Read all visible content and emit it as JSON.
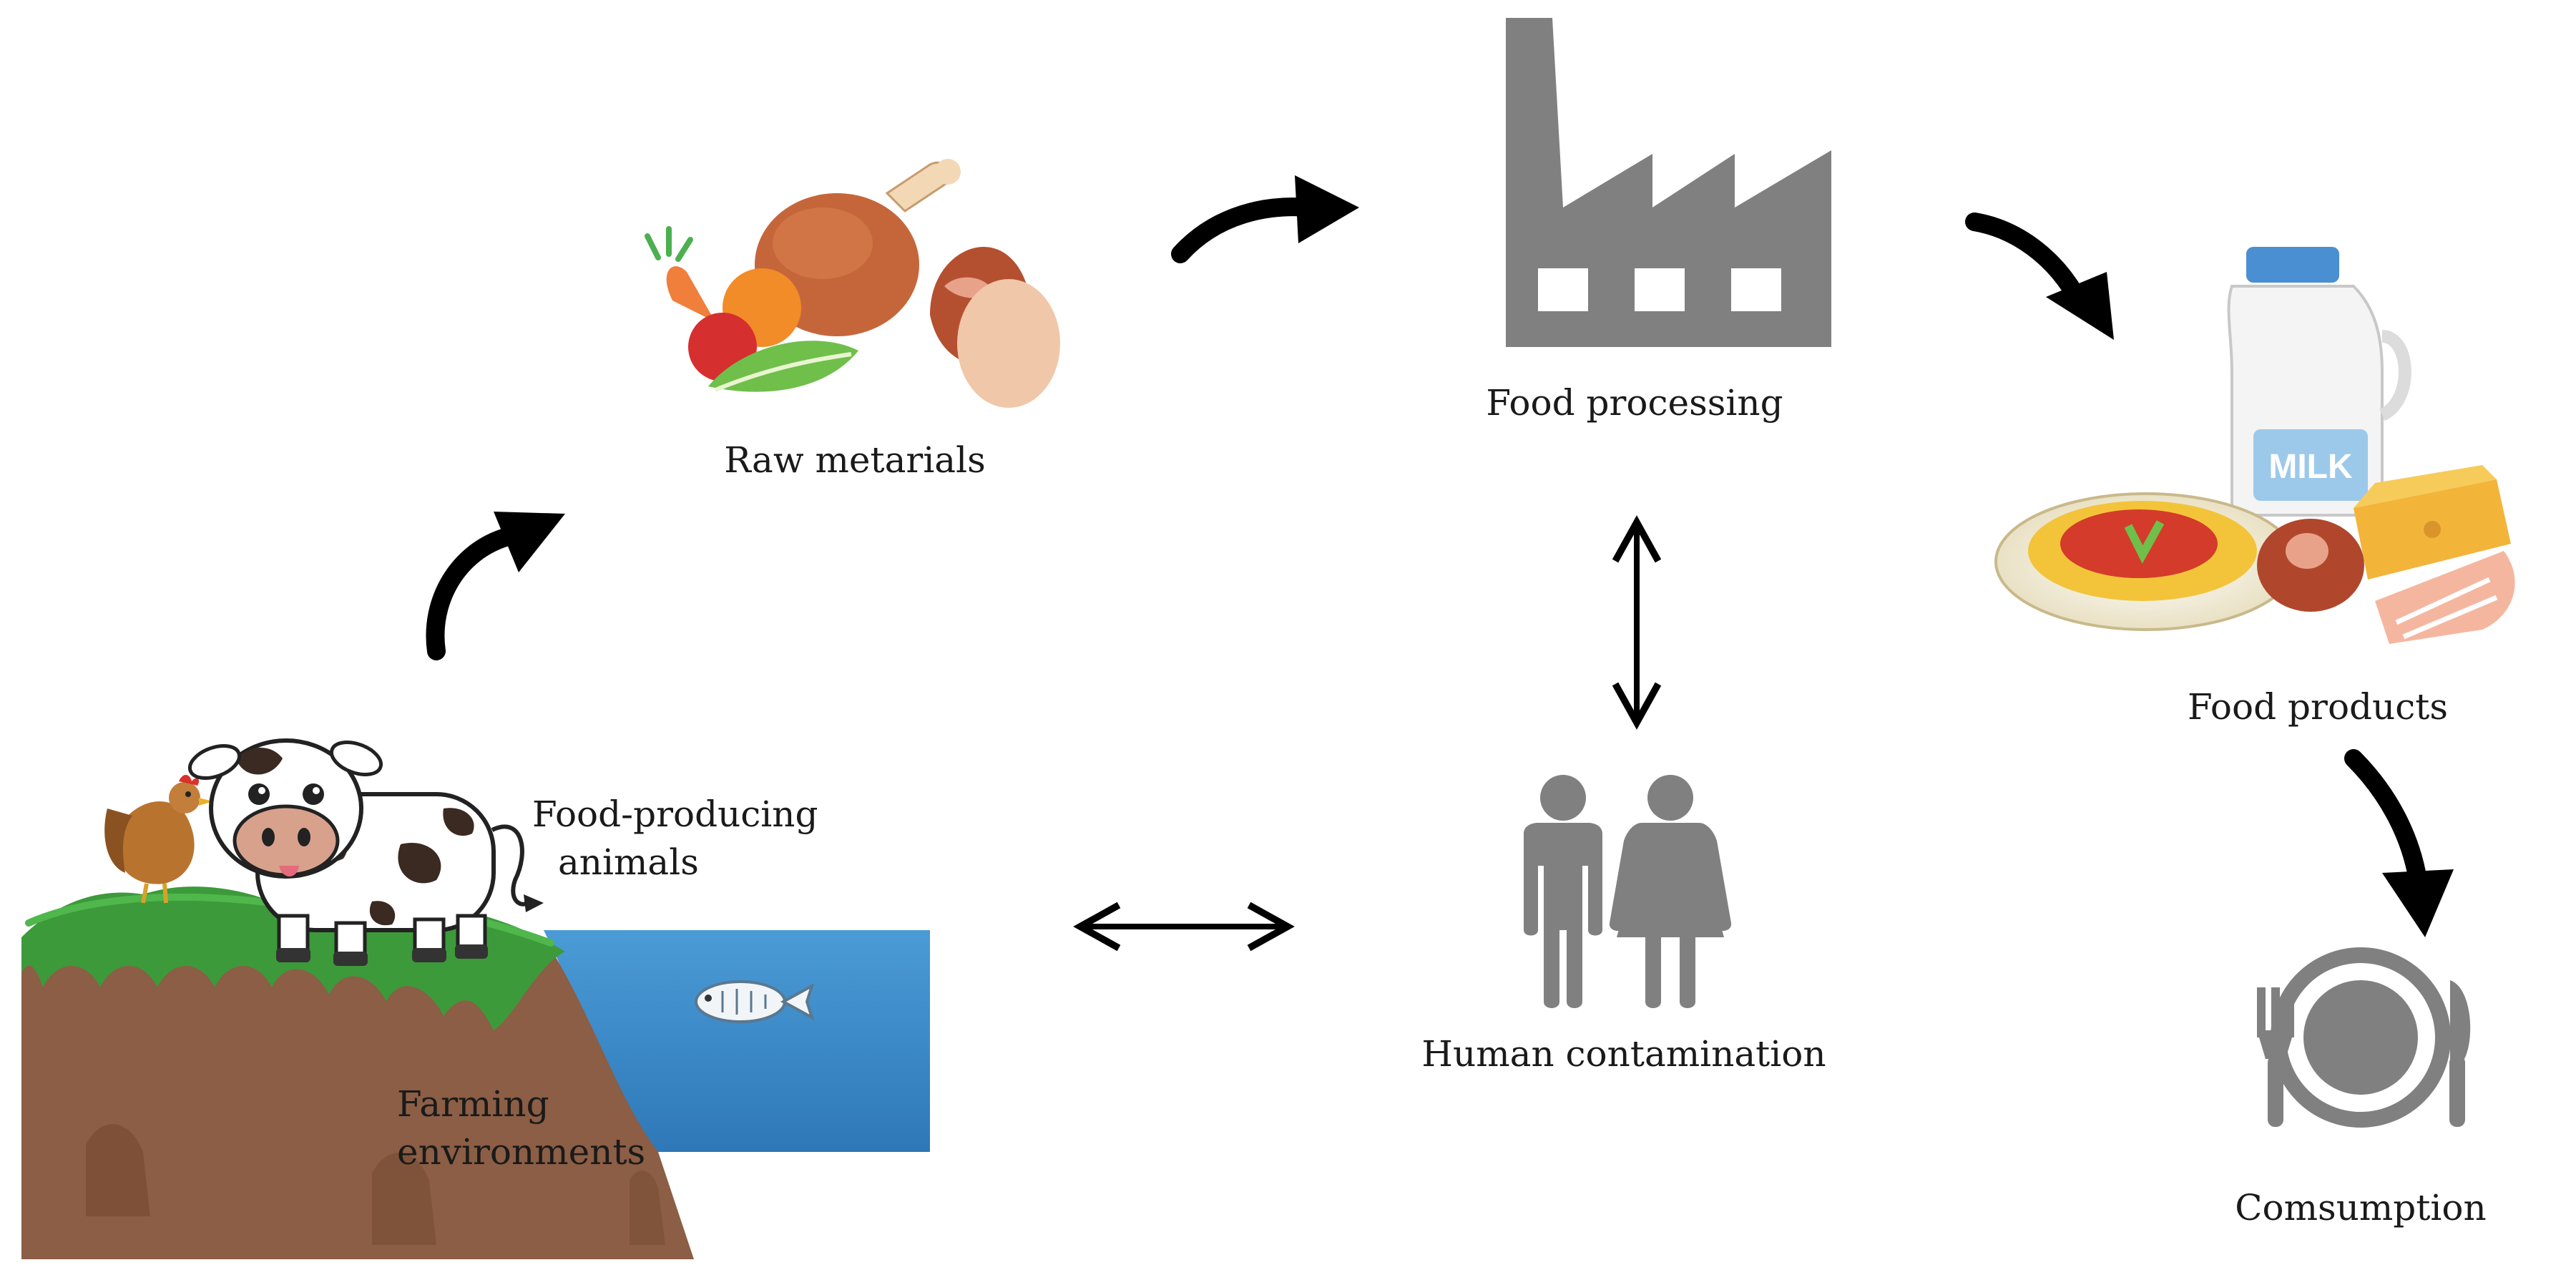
{
  "diagram": {
    "labels": {
      "raw_materials": "Raw metarials",
      "food_processing": "Food processing",
      "food_products": "Food products",
      "food_producing_line1": "Food-producing",
      "food_producing_line2": "animals",
      "farming_line1": "Farming",
      "farming_line2": "environments",
      "human_contamination": "Human contamination",
      "consumption": "Comsumption",
      "milk": "MILK"
    },
    "nodes": [
      {
        "id": "farming",
        "icon": "farm-landscape-icon"
      },
      {
        "id": "animals",
        "icon": "cow-icon"
      },
      {
        "id": "raw_materials",
        "icon": "raw-food-icon"
      },
      {
        "id": "food_processing",
        "icon": "factory-icon"
      },
      {
        "id": "food_products",
        "icon": "food-products-icon"
      },
      {
        "id": "consumption",
        "icon": "plate-cutlery-icon"
      },
      {
        "id": "human_contamination",
        "icon": "people-icon"
      }
    ],
    "edges": [
      {
        "from": "farming",
        "to": "raw_materials",
        "style": "curved-arrow"
      },
      {
        "from": "raw_materials",
        "to": "food_processing",
        "style": "curved-arrow"
      },
      {
        "from": "food_processing",
        "to": "food_products",
        "style": "curved-arrow"
      },
      {
        "from": "food_products",
        "to": "consumption",
        "style": "curved-arrow"
      },
      {
        "from": "food_processing",
        "to": "human_contamination",
        "style": "double-arrow"
      },
      {
        "from": "farming",
        "to": "human_contamination",
        "style": "double-arrow"
      }
    ],
    "colors": {
      "icon_gray": "#808080",
      "arrow": "#000000",
      "grass": "#3c9a3a",
      "soil": "#8b5e45",
      "water": "#3d8dcc"
    }
  }
}
